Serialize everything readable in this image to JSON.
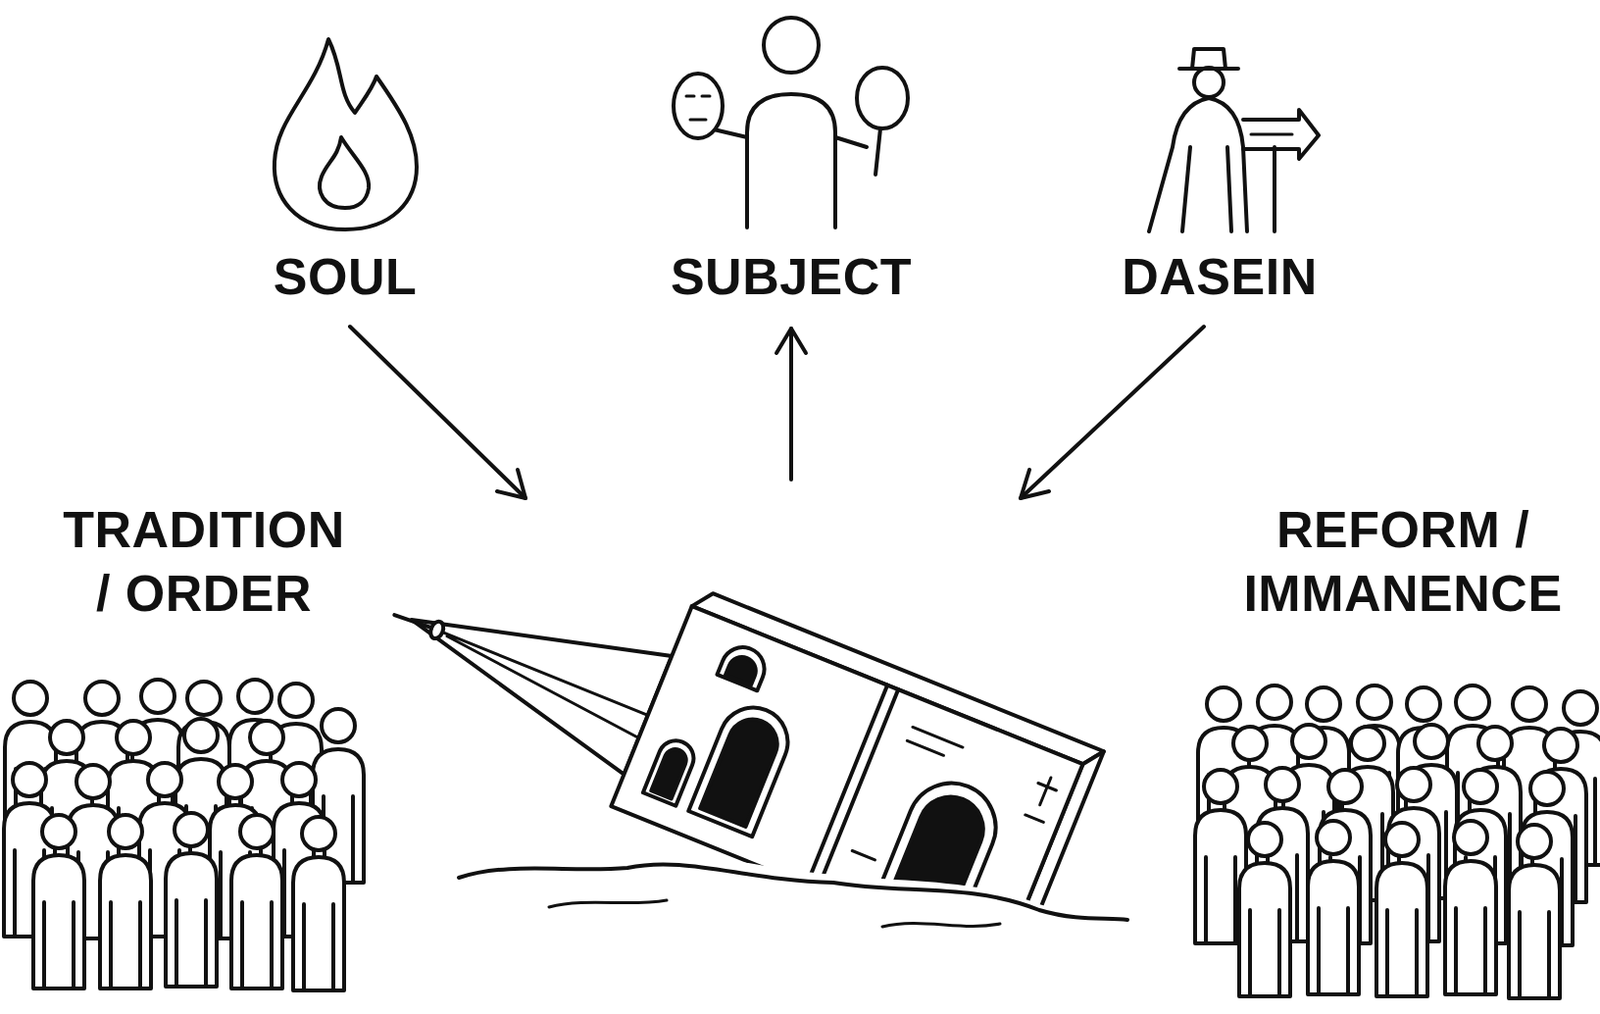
{
  "diagram": {
    "nodes": [
      {
        "text": [
          "SOUL"
        ]
      },
      {
        "text": [
          "SUBJECT"
        ]
      },
      {
        "text": [
          "DASEIN"
        ]
      },
      {
        "text": [
          "TRADITION / ORDER"
        ]
      },
      {
        "text": [
          "REFORM / IMMANENCE"
        ]
      }
    ]
  }
}
